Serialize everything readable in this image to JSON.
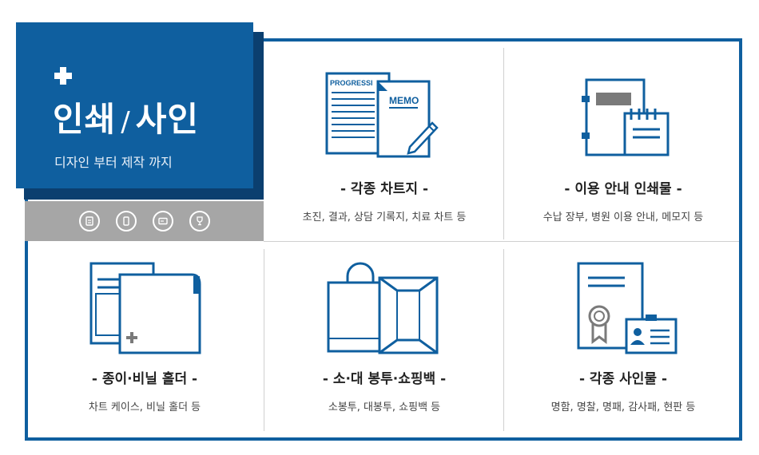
{
  "hero": {
    "title_left": "인쇄",
    "title_slash": "/",
    "title_right": "사인",
    "subtitle": "디자인 부터 제작 까지",
    "accent_color": "#0f5f9f"
  },
  "icon_bar": {
    "icons": [
      "clipboard-icon",
      "phone-icon",
      "card-icon",
      "trophy-icon"
    ],
    "background_color": "#a6a6a6"
  },
  "products": [
    {
      "title": "- 각종 차트지 -",
      "desc": "초진, 결과, 상담 기록지, 치료 차트 등",
      "icon": "chart-paper-icon",
      "icon_text_a": "PROGRESSI",
      "icon_text_b": "MEMO"
    },
    {
      "title": "- 이용 안내 인쇄물 -",
      "desc": "수납 장부, 병원 이용 안내, 메모지  등",
      "icon": "notebook-icon"
    },
    {
      "title": "- 종이·비닐 홀더 -",
      "desc": "차트 케이스, 비닐 홀더 등",
      "icon": "holder-icon"
    },
    {
      "title": "- 소·대 봉투·쇼핑백 -",
      "desc": "소봉투, 대봉투, 쇼핑백 등",
      "icon": "envelope-bag-icon"
    },
    {
      "title": "- 각종 사인물 -",
      "desc": "명함, 명찰, 명패, 감사패, 현판 등",
      "icon": "certificate-icon"
    }
  ]
}
